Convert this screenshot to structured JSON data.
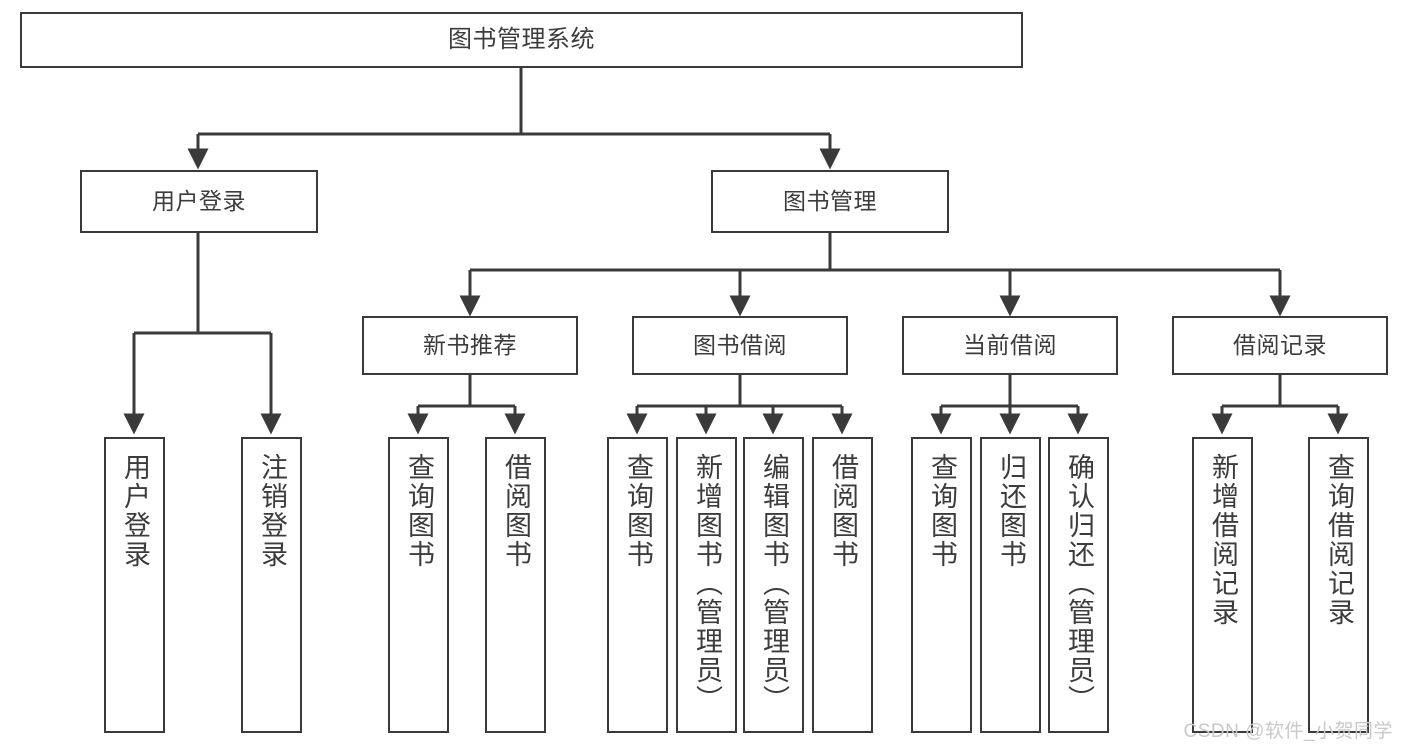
{
  "diagram": {
    "title": "图书管理系统",
    "type": "tree",
    "watermark": "CSDN @软件_小贺同学",
    "colors": {
      "stroke": "#3a3a3a",
      "text": "#3c3c3c",
      "background": "#ffffff",
      "watermark": "#c9c9c9"
    },
    "nodes": {
      "root": {
        "label": "图书管理系统"
      },
      "level1": [
        {
          "id": "user-login",
          "label": "用户登录"
        },
        {
          "id": "book-management",
          "label": "图书管理"
        }
      ],
      "level2": [
        {
          "id": "new-book-recommend",
          "label": "新书推荐"
        },
        {
          "id": "book-borrow",
          "label": "图书借阅"
        },
        {
          "id": "current-borrow",
          "label": "当前借阅"
        },
        {
          "id": "borrow-record",
          "label": "借阅记录"
        }
      ],
      "leaves": {
        "user_login": [
          {
            "id": "leaf-user-login",
            "label": "用户登录"
          },
          {
            "id": "leaf-logout-login",
            "label": "注销登录"
          }
        ],
        "new_book_recommend": [
          {
            "id": "leaf-query-book-1",
            "label": "查询图书"
          },
          {
            "id": "leaf-borrow-book-1",
            "label": "借阅图书"
          }
        ],
        "book_borrow": [
          {
            "id": "leaf-query-book-2",
            "label": "查询图书"
          },
          {
            "id": "leaf-add-book",
            "label": "新增图书（管理员）"
          },
          {
            "id": "leaf-edit-book",
            "label": "编辑图书（管理员）"
          },
          {
            "id": "leaf-borrow-book-2",
            "label": "借阅图书"
          }
        ],
        "current_borrow": [
          {
            "id": "leaf-query-book-3",
            "label": "查询图书"
          },
          {
            "id": "leaf-return-book",
            "label": "归还图书"
          },
          {
            "id": "leaf-confirm-return",
            "label": "确认归还（管理员）"
          }
        ],
        "borrow_record": [
          {
            "id": "leaf-add-record",
            "label": "新增借阅记录"
          },
          {
            "id": "leaf-query-record",
            "label": "查询借阅记录"
          }
        ]
      }
    }
  }
}
